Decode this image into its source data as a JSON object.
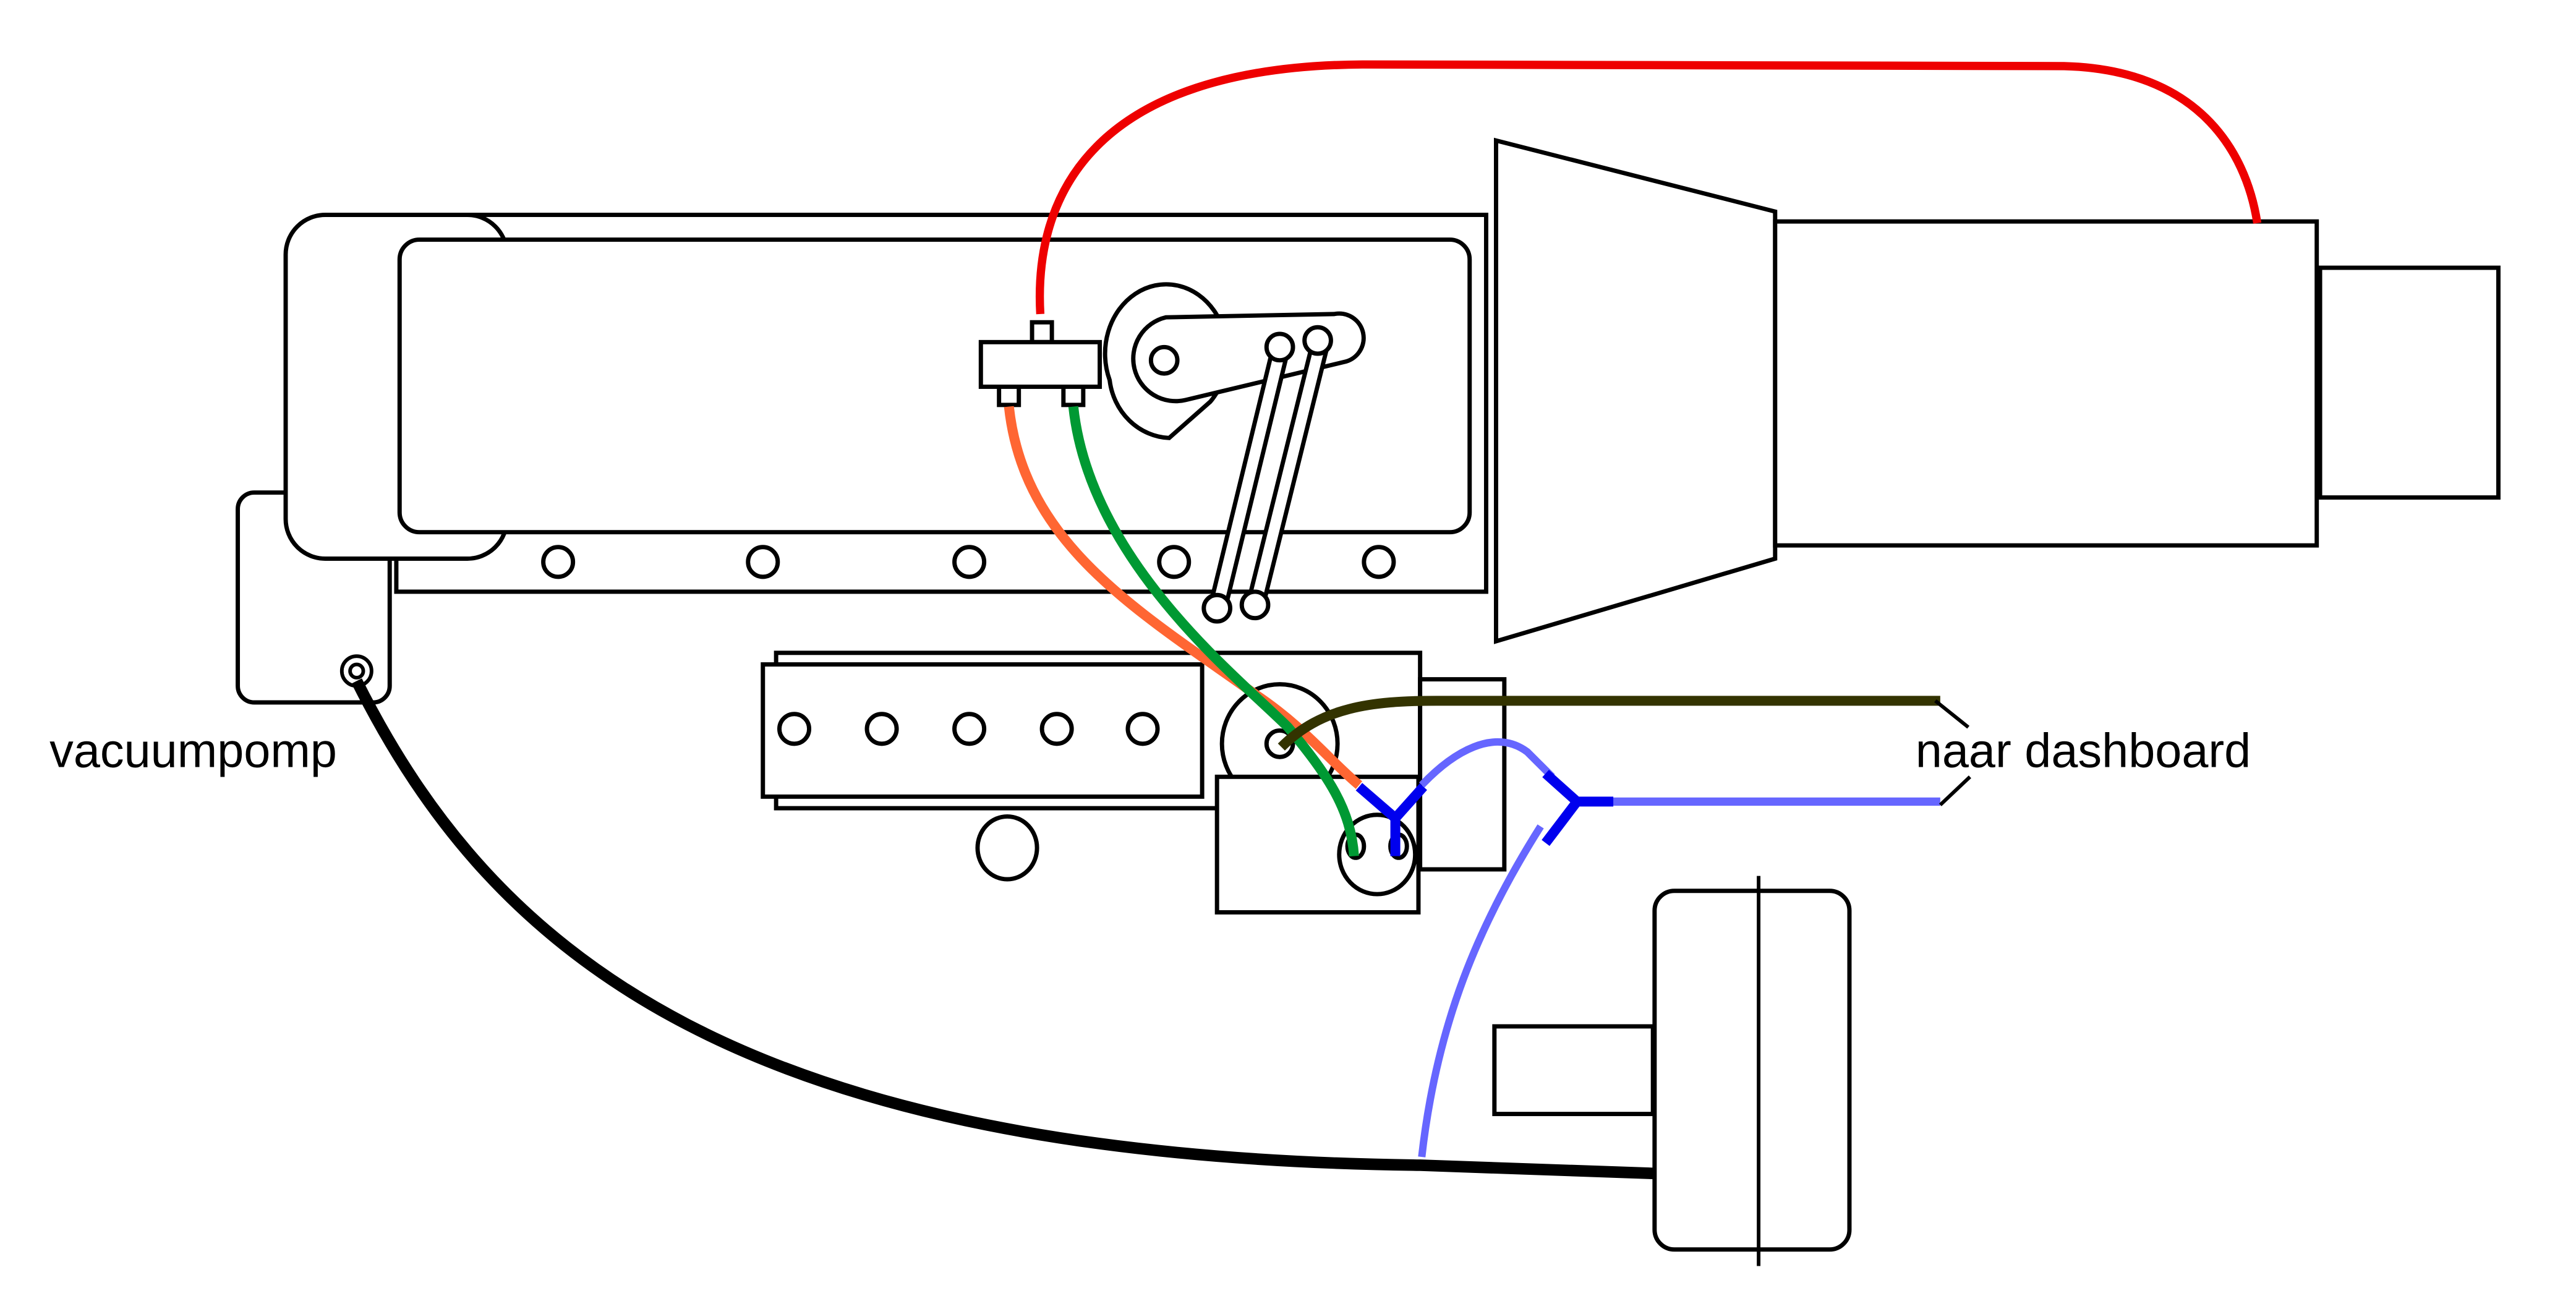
{
  "title": "Vacuum pump wiring diagram",
  "labels": {
    "vacuum_pump": "vacuumpomp",
    "to_dashboard": "naar dashboard"
  },
  "wires": {
    "red": {
      "color": "#ee0000",
      "name": "red wire to motor"
    },
    "orange": {
      "color": "#ff6633",
      "name": "orange wire from switch"
    },
    "green": {
      "color": "#009933",
      "name": "green wire from switch"
    },
    "olive": {
      "color": "#333300",
      "name": "dark olive wire to dashboard"
    },
    "light_blue": {
      "color": "#6666ff",
      "name": "vacuum hose"
    },
    "blue": {
      "color": "#0000ee",
      "name": "Y-connector"
    },
    "black": {
      "color": "#000000",
      "name": "vacuum pump hose"
    }
  }
}
